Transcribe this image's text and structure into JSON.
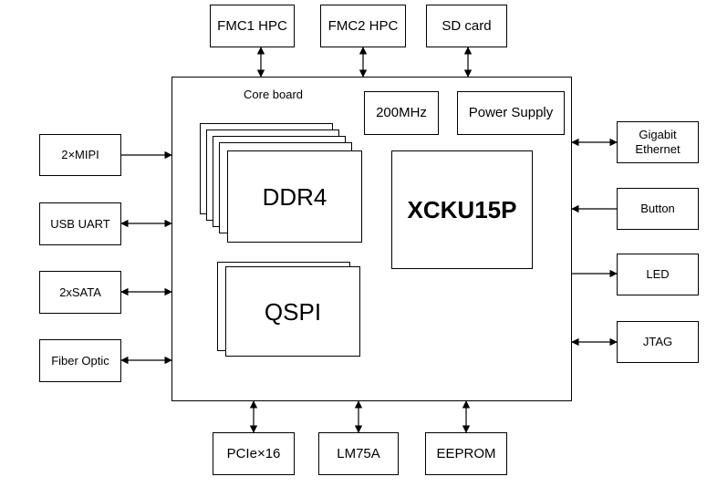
{
  "core_board": {
    "label": "Core board",
    "fpga": "XCKU15P",
    "ddr": "DDR4",
    "flash": "QSPI",
    "clock": "200MHz",
    "power": "Power Supply"
  },
  "top": [
    "FMC1 HPC",
    "FMC2 HPC",
    "SD card"
  ],
  "bottom": [
    "PCIe×16",
    "LM75A",
    "EEPROM"
  ],
  "left": [
    "2×MIPI",
    "USB UART",
    "2xSATA",
    "Fiber Optic"
  ],
  "right": {
    "gigabit_line1": "Gigabit",
    "gigabit_line2": "Ethernet",
    "button": "Button",
    "led": "LED",
    "jtag": "JTAG"
  }
}
